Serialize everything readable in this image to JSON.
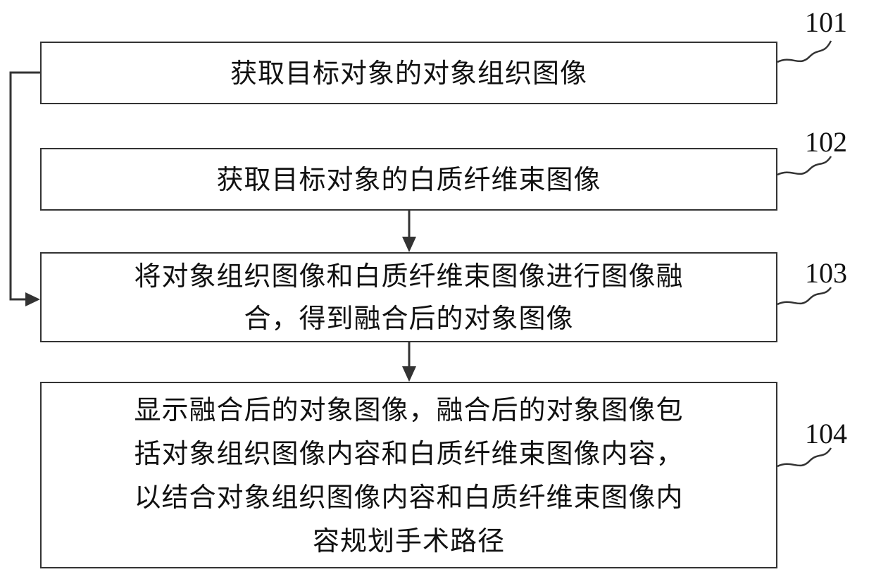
{
  "steps": [
    {
      "id": "101",
      "text": "获取目标对象的对象组织图像"
    },
    {
      "id": "102",
      "text": "获取目标对象的白质纤维束图像"
    },
    {
      "id": "103",
      "text": "将对象组织图像和白质纤维束图像进行图像融\n合，得到融合后的对象图像"
    },
    {
      "id": "104",
      "text": "显示融合后的对象图像，融合后的对象图像包\n括对象组织图像内容和白质纤维束图像内容，\n以结合对象组织图像内容和白质纤维束图像内\n容规划手术路径"
    }
  ],
  "colors": {
    "line": "#333333",
    "text": "#111111",
    "background": "#ffffff"
  }
}
